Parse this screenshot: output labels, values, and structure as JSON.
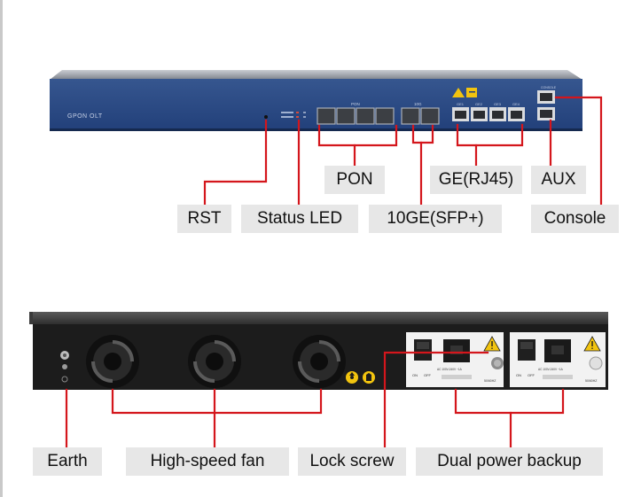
{
  "front_panel": {
    "brand_text": "GPON OLT",
    "pon_group_text": "PON",
    "uplink_group_text": "10G",
    "ge_port_labels": [
      "GE1",
      "GE2",
      "GE3",
      "GE4"
    ],
    "console_port_text": "CONSOLE"
  },
  "rear_panel": {
    "power_rating_text": "AC 100V-240V ~1A",
    "frequency_text": "50/60HZ",
    "switch_on_text": "ON",
    "switch_off_text": "OFF"
  },
  "labels": {
    "rst": "RST",
    "status_led": "Status LED",
    "pon": "PON",
    "tenge": "10GE(SFP+)",
    "ge_rj45": "GE(RJ45)",
    "aux": "AUX",
    "console": "Console",
    "earth": "Earth",
    "fan": "High-speed fan",
    "lock_screw": "Lock screw",
    "dual_power": "Dual power backup"
  },
  "colors": {
    "callout_line": "#d4161c",
    "label_background": "#e7e7e7",
    "front_panel": "#2b4a86",
    "chassis": "#1c1c1c",
    "warning": "#f2c40f"
  }
}
